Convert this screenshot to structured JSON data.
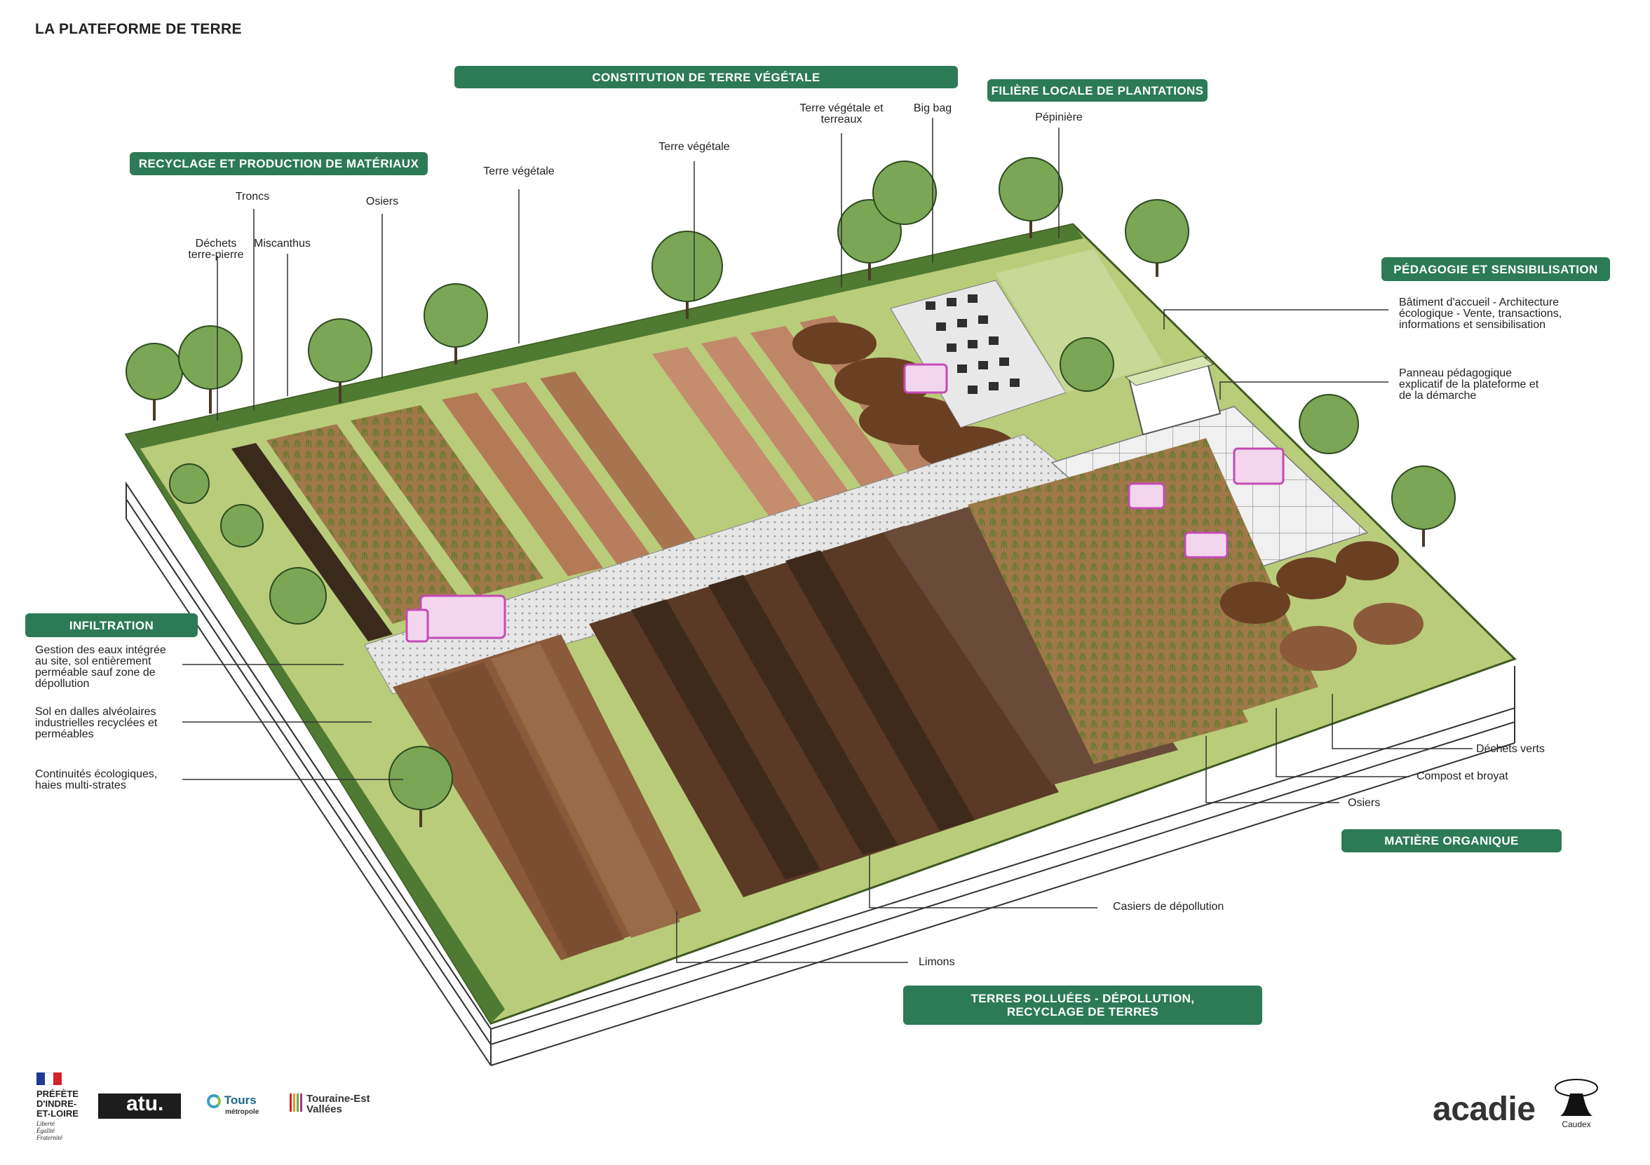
{
  "title": "LA PLATEFORME DE TERRE",
  "sections": {
    "constitution": "CONSTITUTION DE TERRE VÉGÉTALE",
    "filiere": "FILIÈRE LOCALE DE PLANTATIONS",
    "recyclage": "RECYCLAGE ET PRODUCTION DE MATÉRIAUX",
    "pedagogie": "PÉDAGOGIE ET SENSIBILISATION",
    "infiltration": "INFILTRATION",
    "matiere": "MATIÈRE ORGANIQUE",
    "terres": "TERRES POLLUÉES - DÉPOLLUTION,\nRECYCLAGE DE TERRES"
  },
  "labels": {
    "terre_vegetale_terreaux": "Terre végétale et\nterreaux",
    "big_bag": "Big bag",
    "pepiniere": "Pépinière",
    "terre_vegetale_1": "Terre végétale",
    "terre_vegetale_2": "Terre végétale",
    "troncs": "Troncs",
    "osiers_top": "Osiers",
    "dechets_terre_pierre": "Déchets\nterre-pierre",
    "miscanthus": "Miscanthus",
    "batiment": "Bâtiment d'accueil - Architecture\nécologique - Vente, transactions,\ninformations et sensibilisation",
    "panneau": "Panneau pédagogique\nexplicatif de la plateforme et\nde la démarche",
    "gestion_eaux": "Gestion des eaux intégrée\nau site, sol entièrement\nperméable sauf zone de\ndépollution",
    "sol_dalles": "Sol en dalles alvéolaires\nindustrielles recyclées et\nperméables",
    "continuites": "Continuités écologiques,\nhaies multi-strates",
    "dechets_verts": "Déchets verts",
    "compost": "Compost et broyat",
    "osiers_bottom": "Osiers",
    "casiers": "Casiers de dépollution",
    "limons": "Limons"
  },
  "logos": {
    "prefete": "PRÉFÈTE\nD'INDRE-\nET-LOIRE",
    "prefete_motto": "Liberté\nÉgalité\nFraternité",
    "atu": "atu.",
    "tours": "Tours",
    "tours_sub": "métropole",
    "tev": "Touraine-Est\nVallées",
    "acadie": "acadie",
    "caudex": "Caudex"
  },
  "colors": {
    "pill_green": "#2c7a56",
    "grass": "#b9cc7a",
    "soil_dark": "#5a3a24",
    "soil_light": "#a2664a",
    "path": "#e3e3e3",
    "vehicle": "#c44bb5"
  }
}
